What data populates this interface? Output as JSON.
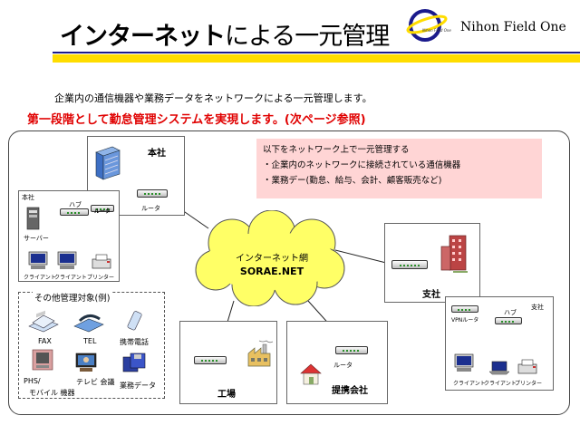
{
  "header": {
    "title_main": "インターネット",
    "title_suffix": "による一元管理",
    "brand": "Nihon Field One",
    "logo_text": "Nihon Field One"
  },
  "intro": "企業内の通信機器や業務データをネットワークによる一元管理します。",
  "highlight": "第一段階として勤怠管理システムを実現します。(次ページ参照)",
  "note": {
    "line1": "以下をネットワーク上で一元管理する",
    "line2": "・企業内のネットワークに接続されている通信機器",
    "line3": "・業務デー(勤怠、給与、会計、顧客販売など)"
  },
  "cloud": {
    "title": "インターネット網",
    "subtitle": "SORAE.NET"
  },
  "hq": {
    "name": "本社",
    "router_label": "ルータ"
  },
  "hq_lan": {
    "name": "本社",
    "hub": "ハブ",
    "router": "ルータ",
    "server": "サーバー",
    "client1": "クライアント",
    "client2": "クライアント",
    "printer": "プリンター"
  },
  "other": {
    "title": "その他管理対象(例)",
    "fax": "FAX",
    "tel": "TEL",
    "mobile": "携帯電話",
    "phs": "PHS/",
    "mobile_device": "モバイル 機器",
    "video_conf": "テレビ 会議",
    "business_data": "業務データ"
  },
  "branch": {
    "name": "支社"
  },
  "branch_lan": {
    "name": "支社",
    "vpn": "VPNルータ",
    "hub": "ハブ",
    "client1": "クライアント",
    "client2": "クライアント",
    "printer": "プリンター"
  },
  "factory": {
    "name": "工場"
  },
  "partner": {
    "name": "提携会社",
    "router_label": "ルータ"
  },
  "colors": {
    "title_bar": "#ffdd00",
    "title_rule": "#1a1a8c",
    "highlight": "#e00000",
    "note_bg": "#ffd5d5",
    "cloud": "#ffff66"
  }
}
